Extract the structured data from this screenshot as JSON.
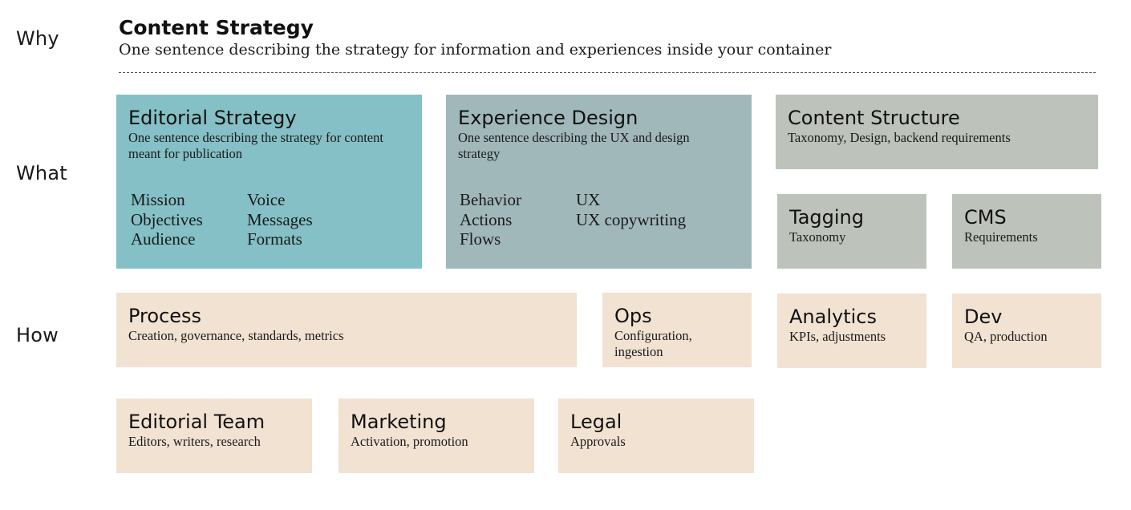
{
  "row_labels": {
    "why": "Why",
    "what": "What",
    "how": "How"
  },
  "header": {
    "title": "Content Strategy",
    "subtitle": "One sentence describing the strategy for information and experiences inside your container"
  },
  "what": {
    "editorial_strategy": {
      "title": "Editorial Strategy",
      "desc": "One sentence describing the strategy for content meant for publication",
      "col1": [
        "Mission",
        "Objectives",
        "Audience"
      ],
      "col2": [
        "Voice",
        "Messages",
        "Formats"
      ]
    },
    "experience_design": {
      "title": "Experience Design",
      "desc": "One sentence describing the UX and design strategy",
      "col1": [
        "Behavior",
        "Actions",
        "Flows"
      ],
      "col2": [
        "UX",
        "UX copywriting"
      ]
    },
    "content_structure": {
      "title": "Content Structure",
      "desc": "Taxonomy, Design, backend requirements"
    },
    "tagging": {
      "title": "Tagging",
      "desc": "Taxonomy"
    },
    "cms": {
      "title": "CMS",
      "desc": "Requirements"
    }
  },
  "how": {
    "process": {
      "title": "Process",
      "desc": "Creation, governance, standards, metrics"
    },
    "ops": {
      "title": "Ops",
      "desc": "Configuration, ingestion"
    },
    "analytics": {
      "title": "Analytics",
      "desc": "KPIs, adjustments"
    },
    "dev": {
      "title": "Dev",
      "desc": "QA, production"
    },
    "editorial_team": {
      "title": "Editorial Team",
      "desc": "Editors, writers, research"
    },
    "marketing": {
      "title": "Marketing",
      "desc": "Activation, promotion"
    },
    "legal": {
      "title": "Legal",
      "desc": "Approvals"
    }
  },
  "colors": {
    "editorial_strategy": "#84c0c5",
    "experience_design": "#a1b8bb",
    "structure": "#bdc2ba",
    "how": "#f2e2d2"
  }
}
